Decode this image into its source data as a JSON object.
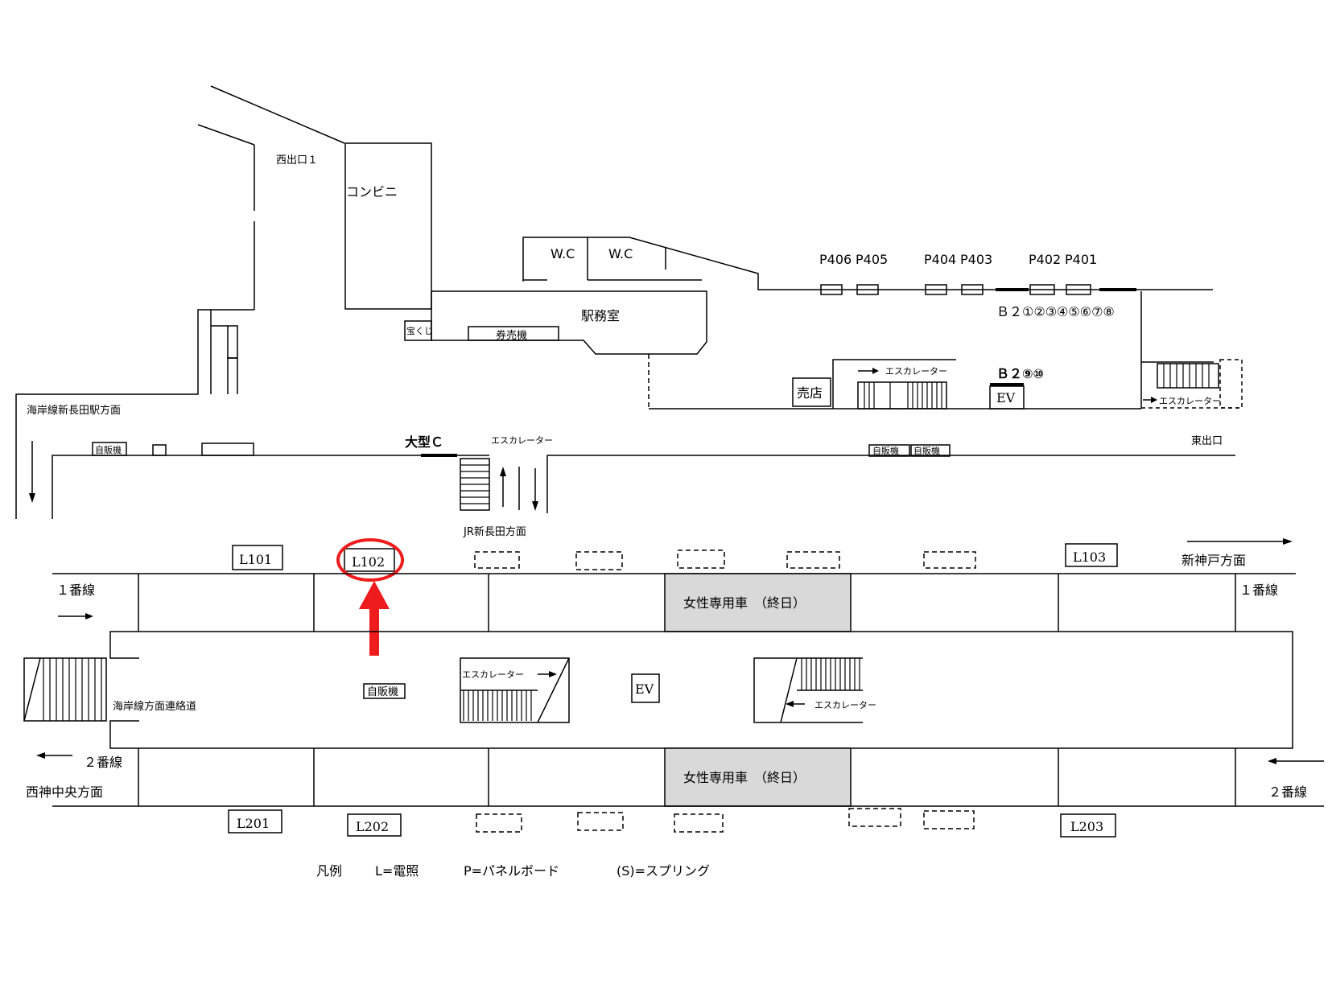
{
  "upper": {
    "west_exit_1": "西出口１",
    "convenience_store": "コンビニ",
    "wc_1": "W.C",
    "wc_2": "W.C",
    "station_office": "駅務室",
    "lottery": "宝くじ",
    "ticket_machine": "券売機",
    "panel_labels": [
      "P406",
      "P405",
      "P404",
      "P403",
      "P402",
      "P401"
    ],
    "b2_exits_1_8": "Ｂ２①②③④⑤⑥⑦⑧",
    "b2_exits_9_10": "Ｂ２⑨⑩",
    "kiosk": "売店",
    "escalator": "エスカレーター",
    "elevator": "EV",
    "kaigan_line_direction": "海岸線新長田駅方面",
    "vending_machine": "自販機",
    "large_c": "大型Ｃ",
    "jr_direction": "JR新長田方面",
    "east_exit": "東出口"
  },
  "platform": {
    "lights_top": [
      "L101",
      "L102",
      "L103"
    ],
    "lights_bottom": [
      "L201",
      "L202",
      "L203"
    ],
    "track_1": "１番線",
    "track_2": "２番線",
    "shin_kobe_direction": "新神戸方面",
    "nishi_kobe_direction": "西神中央方面",
    "women_only_car": "女性専用車　（終日）",
    "kaigan_connection": "海岸線方面連絡道",
    "vending_machine": "自販機",
    "escalator": "エスカレーター",
    "elevator": "EV"
  },
  "legend": {
    "title": "凡例",
    "lighting": "L=電照",
    "panel": "P=パネルボード",
    "spring": "(S)=スプリング"
  },
  "colors": {
    "highlight": "#ee1c1c",
    "women_car_fill": "#d9d9d9",
    "line": "#000000"
  }
}
